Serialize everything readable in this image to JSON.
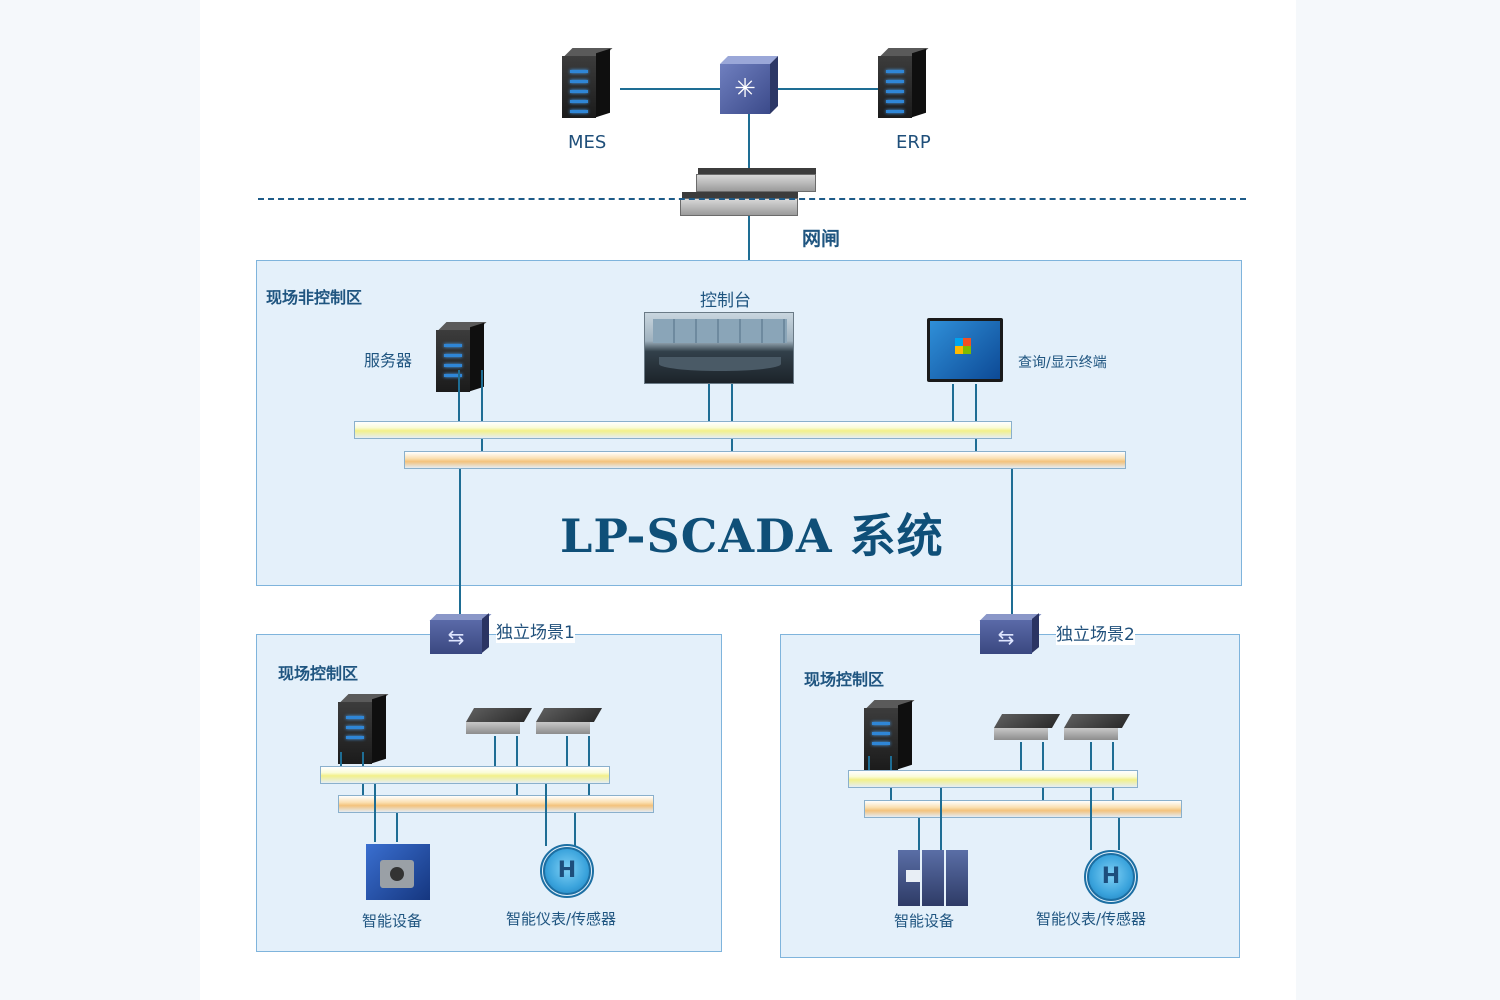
{
  "top": {
    "mes_label": "MES",
    "erp_label": "ERP",
    "gateway_label": "网闸"
  },
  "non_control_zone": {
    "title": "现场非控制区",
    "server_label": "服务器",
    "console_label": "控制台",
    "terminal_label": "查询/显示终端",
    "system_title": "LP-SCADA  系统"
  },
  "scene1": {
    "switch_label": "独立场景1",
    "zone_title": "现场控制区",
    "device_label": "智能设备",
    "sensor_label": "智能仪表/传感器",
    "sensor_glyph": "H"
  },
  "scene2": {
    "switch_label": "独立场景2",
    "zone_title": "现场控制区",
    "device_label": "智能设备",
    "sensor_label": "智能仪表/传感器",
    "sensor_glyph": "H"
  },
  "colors": {
    "zone_fill": "#e4f0fa",
    "zone_border": "#7fb4dc",
    "line": "#1e6d94",
    "title_text": "#0f4f78"
  }
}
